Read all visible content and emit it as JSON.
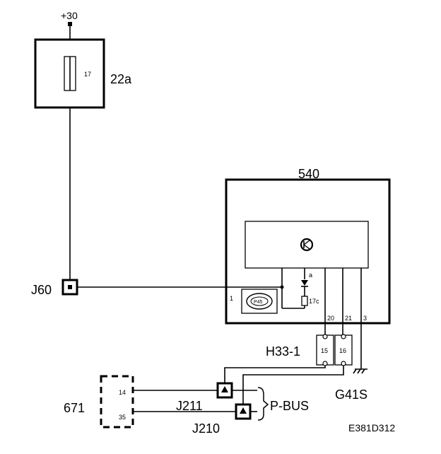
{
  "supply": {
    "label": "+30"
  },
  "fuse_box": {
    "label": "22a",
    "fuse_number": "17"
  },
  "module": {
    "label": "540",
    "pin_1": "1",
    "pin_20": "20",
    "pin_21": "21",
    "pin_3": "3",
    "pin_17c": "17c",
    "pin_a": "a",
    "inner_symbol": "P45"
  },
  "connectors": {
    "j60": "J60",
    "h33": "H33-1",
    "h33_pin_left": "15",
    "h33_pin_right": "16",
    "j211": "J211",
    "j210": "J210"
  },
  "ground": {
    "label": "G41S"
  },
  "bus": {
    "label": "P-BUS"
  },
  "module_671": {
    "label": "671",
    "pin_top": "14",
    "pin_bottom": "35"
  },
  "drawing_id": "E381D312"
}
